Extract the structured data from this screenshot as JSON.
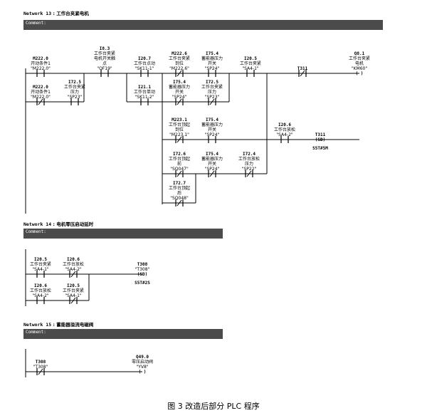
{
  "networks": [
    {
      "title_prefix": "Network 13",
      "title": "工作台夹紧电机",
      "comment_label": "Comment:",
      "contacts": [
        {
          "addr": "M222.0",
          "desc": [
            "开动条件1"
          ],
          "sym": "\"M222.0\"",
          "type": "NO"
        },
        {
          "addr": "I8.3",
          "desc": [
            "工作台夹紧",
            "电机开关触",
            "点"
          ],
          "sym": "\"QF19\"",
          "type": "NO"
        },
        {
          "addr": "I20.7",
          "desc": [
            "工作台点动"
          ],
          "sym": "\"SK11-1\"",
          "type": "NO"
        },
        {
          "addr": "M222.6",
          "desc": [
            "工作台夹紧",
            "到位"
          ],
          "sym": "\"M222.6\"",
          "type": "NC"
        },
        {
          "addr": "I75.4",
          "desc": [
            "蓄能器压力",
            "开关"
          ],
          "sym": "\"SP24\"",
          "type": "NO"
        },
        {
          "addr": "I20.5",
          "desc": [
            "工作台夹紧"
          ],
          "sym": "\"SA4-1\"",
          "type": "NO"
        },
        {
          "addr": "T311",
          "desc": [],
          "sym": "",
          "type": "NC"
        },
        {
          "addr": "M222.0",
          "desc": [
            "开动条件1"
          ],
          "sym": "\"M222.0\"",
          "type": "NC"
        },
        {
          "addr": "I72.5",
          "desc": [
            "工作台夹紧",
            "压力"
          ],
          "sym": "\"SP23\"",
          "type": "NO"
        },
        {
          "addr": "I21.1",
          "desc": [
            "工作台单动"
          ],
          "sym": "\"SK11-2\"",
          "type": "NO"
        },
        {
          "addr": "I75.4",
          "desc": [
            "蓄能器压力",
            "开关"
          ],
          "sym": "\"SP24\"",
          "type": "NC"
        },
        {
          "addr": "I72.5",
          "desc": [
            "工作台夹紧",
            "压力"
          ],
          "sym": "\"SP23\"",
          "type": "NC"
        },
        {
          "addr": "M223.1",
          "desc": [
            "工作台顶起",
            "到位"
          ],
          "sym": "\"M223.1\"",
          "type": "NC"
        },
        {
          "addr": "I75.4",
          "desc": [
            "蓄能器压力",
            "开关"
          ],
          "sym": "\"SP24\"",
          "type": "NO"
        },
        {
          "addr": "I20.6",
          "desc": [
            "工作台放松"
          ],
          "sym": "\"SA4-2\"",
          "type": "NO"
        },
        {
          "addr": "I72.6",
          "desc": [
            "工作台顶起",
            "前"
          ],
          "sym": "\"SQ047\"",
          "type": "NC"
        },
        {
          "addr": "I75.4",
          "desc": [
            "蓄能器压力",
            "开关"
          ],
          "sym": "\"SP24\"",
          "type": "NC"
        },
        {
          "addr": "I72.4",
          "desc": [
            "工作台放松",
            "压力"
          ],
          "sym": "\"SP22\"",
          "type": "NC"
        },
        {
          "addr": "I72.7",
          "desc": [
            "工作台顶起",
            "后"
          ],
          "sym": "\"SQ048\"",
          "type": "NC"
        }
      ],
      "coils": [
        {
          "addr": "Q8.1",
          "desc": [
            "工作台夹紧",
            "电机"
          ],
          "sym": "\"KM60\"",
          "kind": "( )"
        },
        {
          "addr": "T311",
          "desc": [],
          "sym": "",
          "kind": "(SD)",
          "preset": "S5T#5M"
        }
      ]
    },
    {
      "title_prefix": "Network 14",
      "title": "电机零压启动延时",
      "comment_label": "Comment:",
      "contacts": [
        {
          "addr": "I20.5",
          "desc": [
            "工作台夹紧"
          ],
          "sym": "\"SA4-1\"",
          "type": "NO"
        },
        {
          "addr": "I20.6",
          "desc": [
            "工作台放松"
          ],
          "sym": "\"SA4-2\"",
          "type": "NC"
        },
        {
          "addr": "I20.6",
          "desc": [
            "工作台放松"
          ],
          "sym": "\"SA4-2\"",
          "type": "NO"
        },
        {
          "addr": "I20.5",
          "desc": [
            "工作台夹紧"
          ],
          "sym": "\"SA4-1\"",
          "type": "NC"
        }
      ],
      "coils": [
        {
          "addr": "T308",
          "desc": [],
          "sym": "\"T308\"",
          "kind": "(SD)",
          "preset": "S5T#2S"
        }
      ]
    },
    {
      "title_prefix": "Network 15",
      "title": "蓄能器溢流电磁阀",
      "comment_label": "Comment:",
      "contacts": [
        {
          "addr": "T308",
          "desc": [],
          "sym": "\"T308\"",
          "type": "NC"
        }
      ],
      "coils": [
        {
          "addr": "Q49.0",
          "desc": [
            "零压启动阀"
          ],
          "sym": "\"YV8\"",
          "kind": "( )"
        }
      ]
    }
  ],
  "caption": "图 3  改造后部分 PLC 程序"
}
